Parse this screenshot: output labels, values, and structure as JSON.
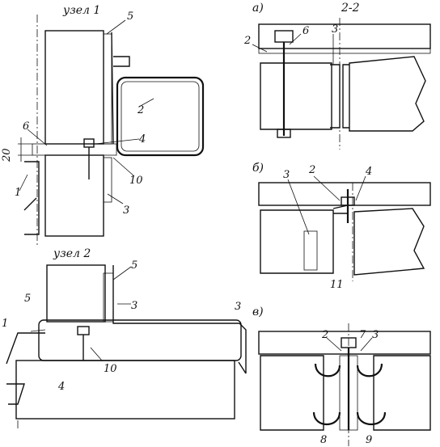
{
  "titles": {
    "node1": "узел 1",
    "node2": "узел 2",
    "section": "2-2",
    "variant_a": "а)",
    "variant_b": "б)",
    "variant_c": "в)"
  },
  "dimension": "20",
  "node1_labels": [
    "5",
    "2",
    "6",
    "4",
    "10",
    "1",
    "3"
  ],
  "node2_labels": [
    "5",
    "5",
    "3",
    "3",
    "1",
    "4",
    "10"
  ],
  "a_labels": [
    "2",
    "6",
    "3"
  ],
  "b_labels": [
    "3",
    "2",
    "4",
    "11"
  ],
  "c_labels": [
    "2",
    "7",
    "3",
    "8",
    "9"
  ]
}
